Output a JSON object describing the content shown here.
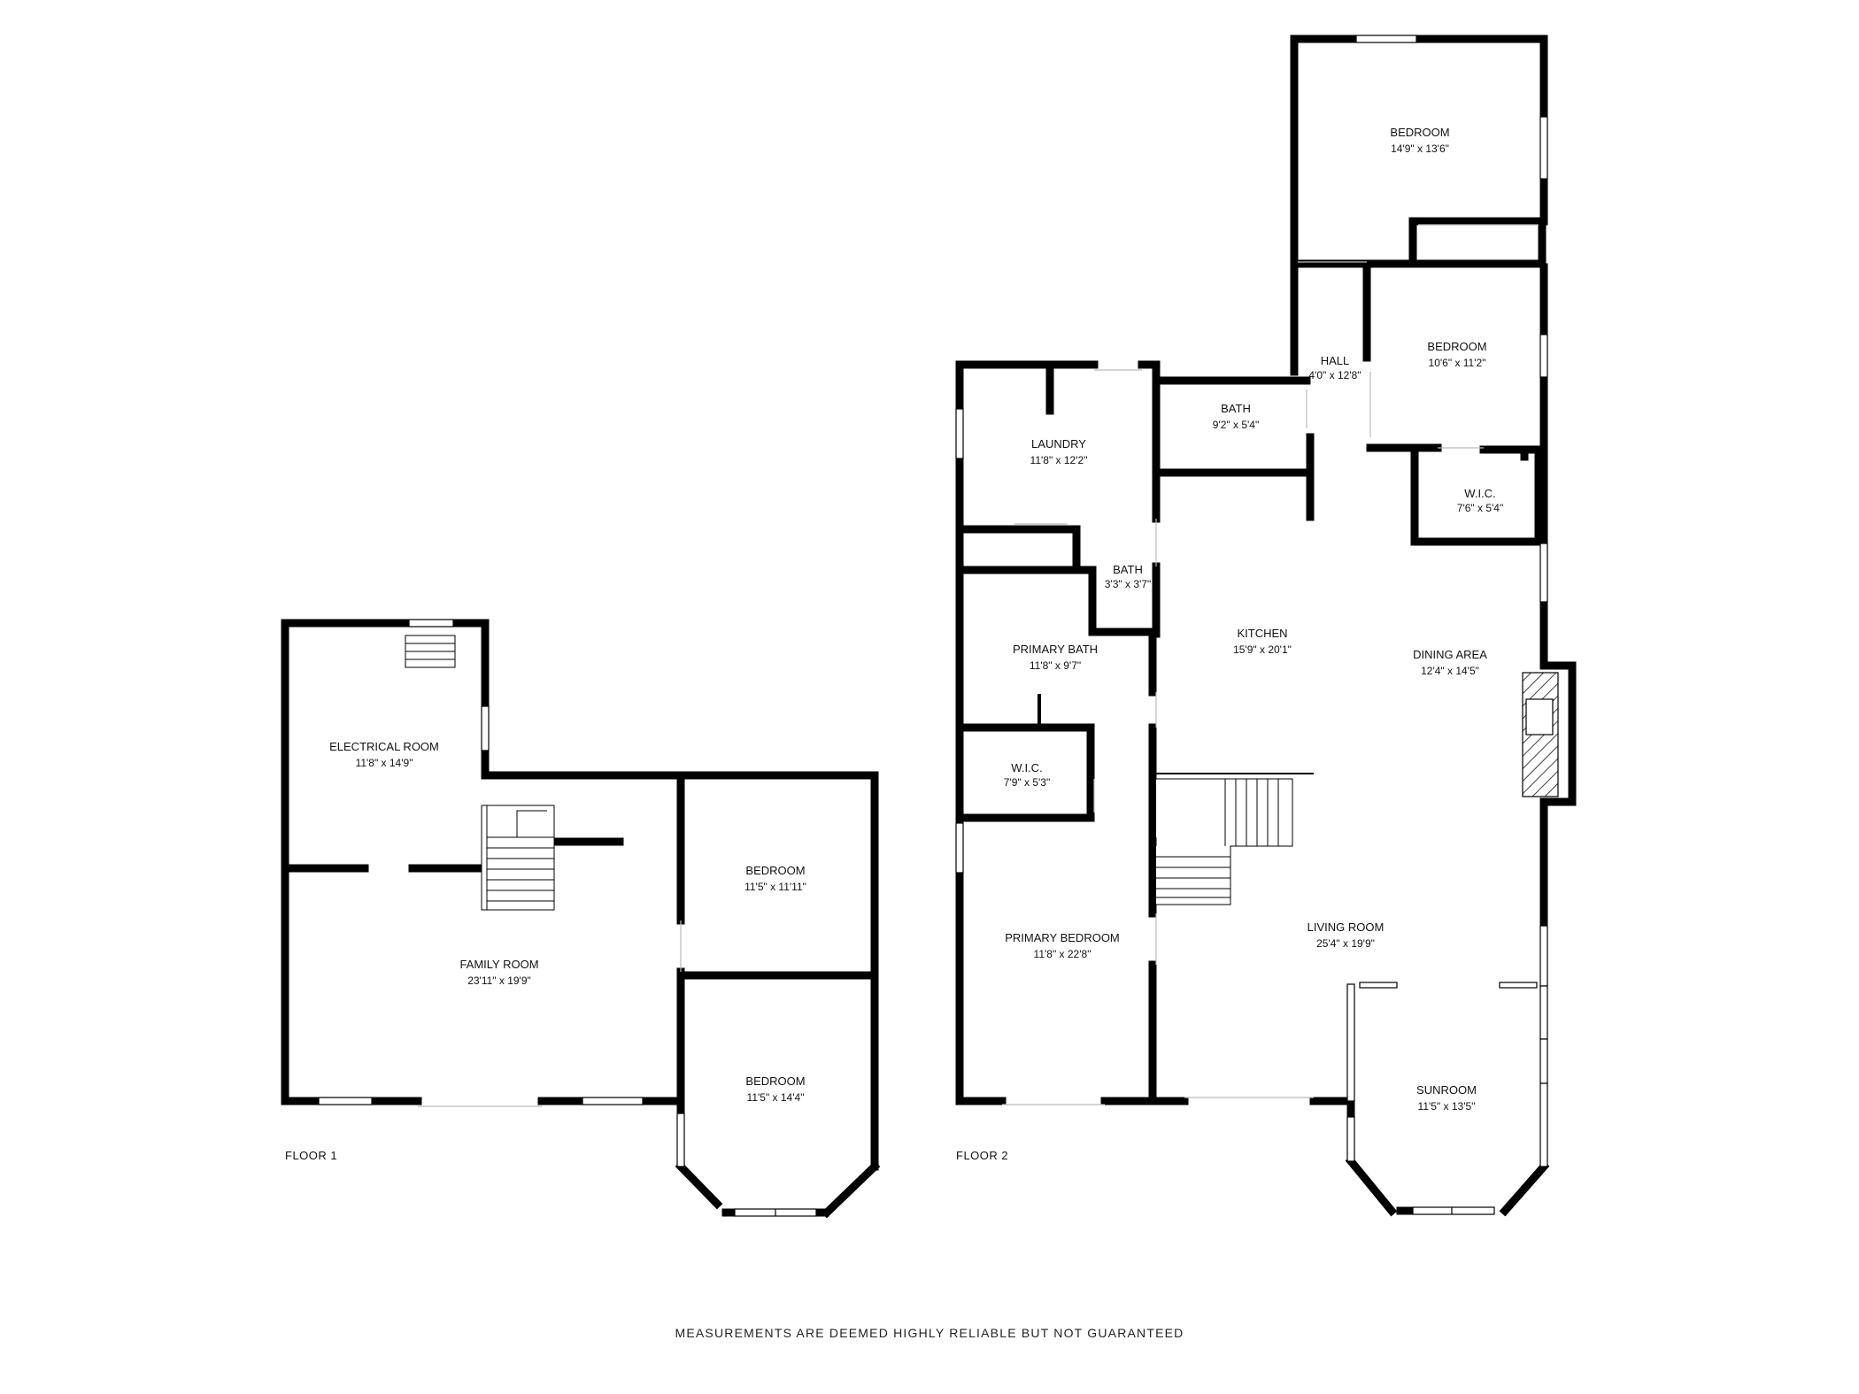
{
  "floor1": {
    "label": "FLOOR 1",
    "rooms": {
      "electrical": {
        "name": "ELECTRICAL ROOM",
        "dim": "11'8\" x 14'9\""
      },
      "family": {
        "name": "FAMILY ROOM",
        "dim": "23'11\" x 19'9\""
      },
      "bedroom_a": {
        "name": "BEDROOM",
        "dim": "11'5\" x 11'11\""
      },
      "bedroom_b": {
        "name": "BEDROOM",
        "dim": "11'5\" x 14'4\""
      }
    }
  },
  "floor2": {
    "label": "FLOOR 2",
    "rooms": {
      "bedroom_top": {
        "name": "BEDROOM",
        "dim": "14'9\" x 13'6\""
      },
      "bedroom_mid": {
        "name": "BEDROOM",
        "dim": "10'6\" x 11'2\""
      },
      "hall": {
        "name": "HALL",
        "dim": "4'0\" x 12'8\""
      },
      "bath_upper": {
        "name": "BATH",
        "dim": "9'2\" x 5'4\""
      },
      "laundry": {
        "name": "LAUNDRY",
        "dim": "11'8\" x 12'2\""
      },
      "wic_right": {
        "name": "W.I.C.",
        "dim": "7'6\" x 5'4\""
      },
      "bath_small": {
        "name": "BATH",
        "dim": "3'3\" x 3'7\""
      },
      "kitchen": {
        "name": "KITCHEN",
        "dim": "15'9\" x 20'1\""
      },
      "dining": {
        "name": "DINING AREA",
        "dim": "12'4\" x 14'5\""
      },
      "primary_bath": {
        "name": "PRIMARY BATH",
        "dim": "11'8\" x 9'7\""
      },
      "wic_left": {
        "name": "W.I.C.",
        "dim": "7'9\" x 5'3\""
      },
      "primary_bed": {
        "name": "PRIMARY BEDROOM",
        "dim": "11'8\" x 22'8\""
      },
      "living": {
        "name": "LIVING ROOM",
        "dim": "25'4\" x 19'9\""
      },
      "sunroom": {
        "name": "SUNROOM",
        "dim": "11'5\" x 13'5\""
      }
    }
  },
  "footer": {
    "disclaimer": "MEASUREMENTS ARE DEEMED HIGHLY RELIABLE BUT NOT GUARANTEED"
  },
  "colors": {
    "wall": "#000000",
    "window": "#9a9a9a",
    "background": "#ffffff"
  }
}
